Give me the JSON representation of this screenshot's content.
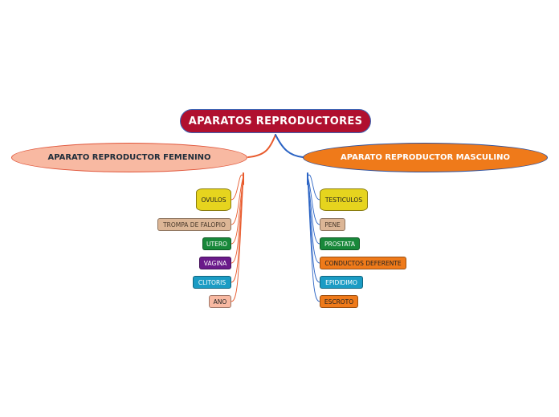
{
  "root": {
    "label": "APARATOS REPRODUCTORES"
  },
  "female": {
    "label": "APARATO REPRODUCTOR FEMENINO",
    "line_color": "#e85a2c",
    "items": [
      {
        "label": "OVULOS",
        "bg": "#e6d41e",
        "fg": "#222222",
        "shape": "cylinder"
      },
      {
        "label": "TROMPA DE FALOPIO",
        "bg": "#dcb696",
        "fg": "#4a3a2c",
        "shape": "box"
      },
      {
        "label": "UTERO",
        "bg": "#18883a",
        "fg": "#ffffff",
        "shape": "box"
      },
      {
        "label": "VAGINA",
        "bg": "#6a1a8a",
        "fg": "#ffffff",
        "shape": "box"
      },
      {
        "label": "CLITORIS",
        "bg": "#1b9cc4",
        "fg": "#ffffff",
        "shape": "box"
      },
      {
        "label": "ANO",
        "bg": "#f8b9a2",
        "fg": "#222222",
        "shape": "box"
      }
    ]
  },
  "male": {
    "label": "APARATO REPRODUCTOR MASCULINO",
    "line_color": "#2a63c4",
    "items": [
      {
        "label": "TESTICULOS",
        "bg": "#e6d41e",
        "fg": "#222222",
        "shape": "cylinder"
      },
      {
        "label": "PENE",
        "bg": "#dcb696",
        "fg": "#4a3a2c",
        "shape": "box"
      },
      {
        "label": "PROSTATA",
        "bg": "#18883a",
        "fg": "#ffffff",
        "shape": "box"
      },
      {
        "label": "CONDUCTOS DEFERENTE",
        "bg": "#ef7a1a",
        "fg": "#222222",
        "shape": "box"
      },
      {
        "label": "EPIDIDIMO",
        "bg": "#1b9cc4",
        "fg": "#ffffff",
        "shape": "box"
      },
      {
        "label": "ESCROTO",
        "bg": "#ef7a1a",
        "fg": "#222222",
        "shape": "box"
      }
    ]
  }
}
